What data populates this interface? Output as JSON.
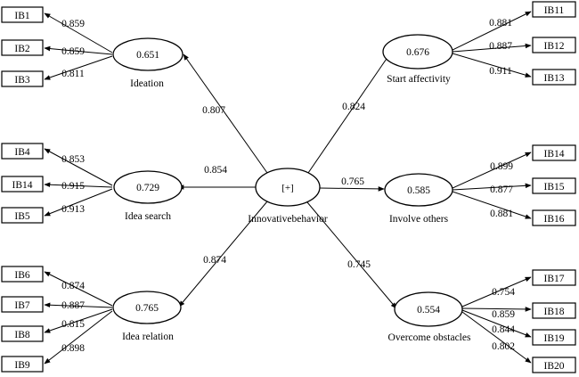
{
  "central": {
    "symbol": "[+]",
    "label": "Innovativebehavior"
  },
  "constructs": [
    {
      "id": "ideation",
      "name": "Ideation",
      "r2": "0.651",
      "path": "0.807",
      "indicators": [
        {
          "label": "IB1",
          "loading": "0.859"
        },
        {
          "label": "IB2",
          "loading": "0.859"
        },
        {
          "label": "IB3",
          "loading": "0.811"
        }
      ]
    },
    {
      "id": "idea-search",
      "name": "Idea search",
      "r2": "0.729",
      "path": "0.854",
      "indicators": [
        {
          "label": "IB4",
          "loading": "0.853"
        },
        {
          "label": "IB14",
          "loading": "0.915"
        },
        {
          "label": "IB5",
          "loading": "0.913"
        }
      ]
    },
    {
      "id": "idea-relation",
      "name": "Idea relation",
      "r2": "0.765",
      "path": "0.874",
      "indicators": [
        {
          "label": "IB6",
          "loading": "0.874"
        },
        {
          "label": "IB7",
          "loading": "0.887"
        },
        {
          "label": "IB8",
          "loading": "0.815"
        },
        {
          "label": "IB9",
          "loading": "0.898"
        }
      ]
    },
    {
      "id": "start-affectivity",
      "name": "Start affectivity",
      "r2": "0.676",
      "path": "0.824",
      "indicators": [
        {
          "label": "IB11",
          "loading": "0.881"
        },
        {
          "label": "IB12",
          "loading": "0.887"
        },
        {
          "label": "IB13",
          "loading": "0.911"
        }
      ]
    },
    {
      "id": "involve-others",
      "name": "Involve others",
      "r2": "0.585",
      "path": "0.765",
      "indicators": [
        {
          "label": "IB14",
          "loading": "0.899"
        },
        {
          "label": "IB15",
          "loading": "0.877"
        },
        {
          "label": "IB16",
          "loading": "0.881"
        }
      ]
    },
    {
      "id": "overcome-obstacles",
      "name": "Overcome obstacles",
      "r2": "0.554",
      "path": "0.745",
      "indicators": [
        {
          "label": "IB17",
          "loading": "0.754"
        },
        {
          "label": "IB18",
          "loading": "0.859"
        },
        {
          "label": "IB19",
          "loading": "0.844"
        },
        {
          "label": "IB20",
          "loading": "0.802"
        }
      ]
    }
  ]
}
